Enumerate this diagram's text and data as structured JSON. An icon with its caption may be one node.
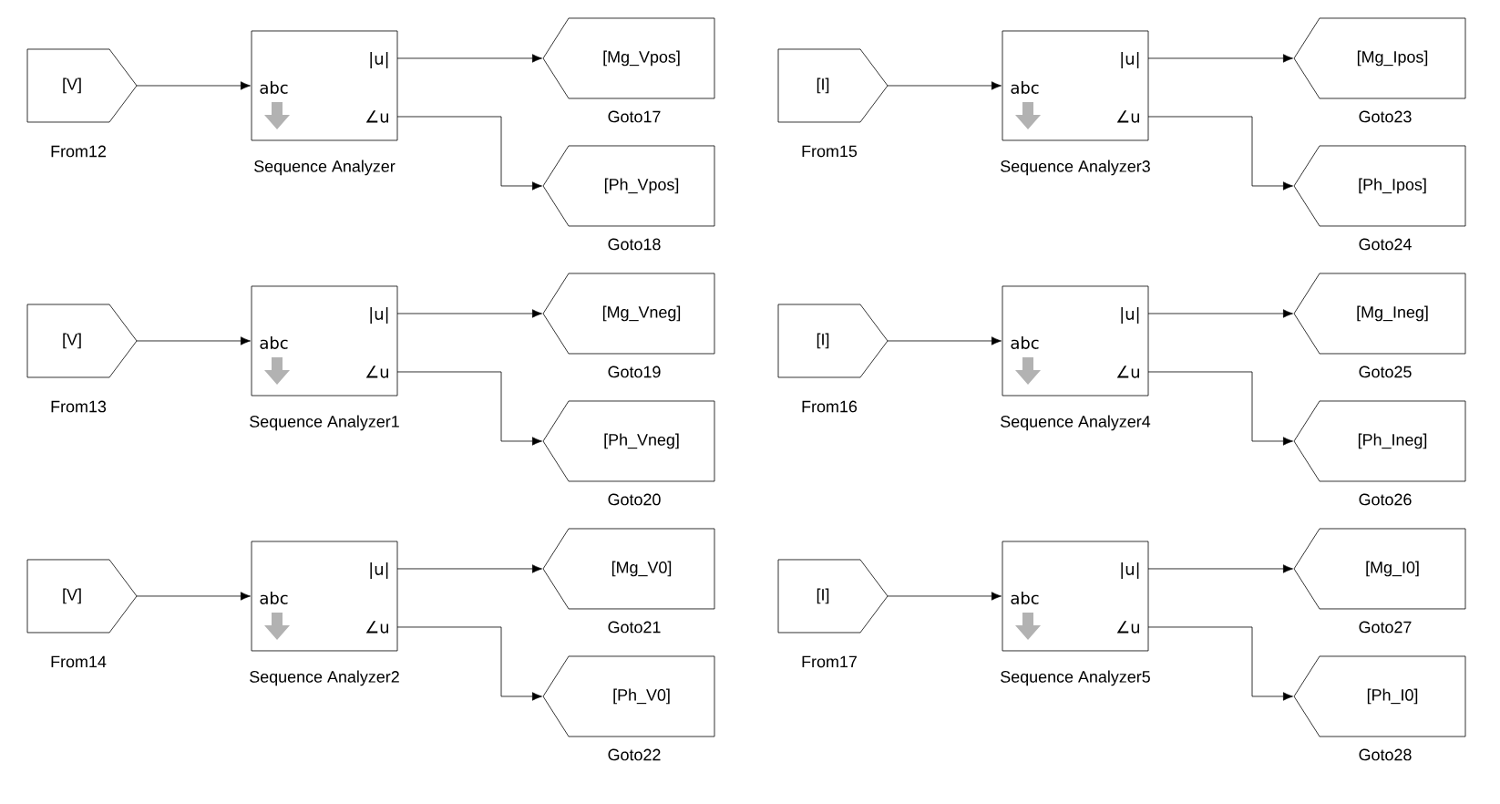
{
  "diagram": {
    "nodes": [
      {
        "text": [
          "[V]"
        ],
        "beside": [
          "From12"
        ]
      },
      {
        "text": [
          "|u|",
          "abc",
          "∠u"
        ],
        "beside": [
          "Sequence Analyzer"
        ]
      },
      {
        "text": [
          "[Mg_Vpos]"
        ],
        "beside": [
          "Goto17"
        ]
      },
      {
        "text": [
          "[Ph_Vpos]"
        ],
        "beside": [
          "Goto18"
        ]
      },
      {
        "text": [
          "[I]"
        ],
        "beside": [
          "From15"
        ]
      },
      {
        "text": [
          "|u|",
          "abc",
          "∠u"
        ],
        "beside": [
          "Sequence Analyzer3"
        ]
      },
      {
        "text": [
          "[Mg_Ipos]"
        ],
        "beside": [
          "Goto23"
        ]
      },
      {
        "text": [
          "[Ph_Ipos]"
        ],
        "beside": [
          "Goto24"
        ]
      },
      {
        "text": [
          "[V]"
        ],
        "beside": [
          "From13"
        ]
      },
      {
        "text": [
          "|u|",
          "abc",
          "∠u"
        ],
        "beside": [
          "Sequence Analyzer1"
        ]
      },
      {
        "text": [
          "[Mg_Vneg]"
        ],
        "beside": [
          "Goto19"
        ]
      },
      {
        "text": [
          "[Ph_Vneg]"
        ],
        "beside": [
          "Goto20"
        ]
      },
      {
        "text": [
          "[I]"
        ],
        "beside": [
          "From16"
        ]
      },
      {
        "text": [
          "|u|",
          "abc",
          "∠u"
        ],
        "beside": [
          "Sequence Analyzer4"
        ]
      },
      {
        "text": [
          "[Mg_Ineg]"
        ],
        "beside": [
          "Goto25"
        ]
      },
      {
        "text": [
          "[Ph_Ineg]"
        ],
        "beside": [
          "Goto26"
        ]
      },
      {
        "text": [
          "[V]"
        ],
        "beside": [
          "From14"
        ]
      },
      {
        "text": [
          "|u|",
          "abc",
          "∠u"
        ],
        "beside": [
          "Sequence Analyzer2"
        ]
      },
      {
        "text": [
          "[Mg_V0]"
        ],
        "beside": [
          "Goto21"
        ]
      },
      {
        "text": [
          "[Ph_V0]"
        ],
        "beside": [
          "Goto22"
        ]
      },
      {
        "text": [
          "[I]"
        ],
        "beside": [
          "From17"
        ]
      },
      {
        "text": [
          "|u|",
          "abc",
          "∠u"
        ],
        "beside": [
          "Sequence Analyzer5"
        ]
      },
      {
        "text": [
          "[Mg_I0]"
        ],
        "beside": [
          "Goto27"
        ]
      },
      {
        "text": [
          "[Ph_I0]"
        ],
        "beside": [
          "Goto28"
        ]
      }
    ],
    "edges": [
      {
        "from": 0,
        "to": 1,
        "arrow": "to"
      },
      {
        "from": 1,
        "to": 2,
        "arrow": "to"
      },
      {
        "from": 1,
        "to": 3,
        "arrow": "to"
      },
      {
        "from": 4,
        "to": 5,
        "arrow": "to"
      },
      {
        "from": 5,
        "to": 6,
        "arrow": "to"
      },
      {
        "from": 5,
        "to": 7,
        "arrow": "to"
      },
      {
        "from": 8,
        "to": 9,
        "arrow": "to"
      },
      {
        "from": 9,
        "to": 10,
        "arrow": "to"
      },
      {
        "from": 9,
        "to": 11,
        "arrow": "to"
      },
      {
        "from": 12,
        "to": 13,
        "arrow": "to"
      },
      {
        "from": 13,
        "to": 14,
        "arrow": "to"
      },
      {
        "from": 13,
        "to": 15,
        "arrow": "to"
      },
      {
        "from": 16,
        "to": 17,
        "arrow": "to"
      },
      {
        "from": 17,
        "to": 18,
        "arrow": "to"
      },
      {
        "from": 17,
        "to": 19,
        "arrow": "to"
      },
      {
        "from": 20,
        "to": 21,
        "arrow": "to"
      },
      {
        "from": 21,
        "to": 22,
        "arrow": "to"
      },
      {
        "from": 21,
        "to": 23,
        "arrow": "to"
      }
    ]
  }
}
